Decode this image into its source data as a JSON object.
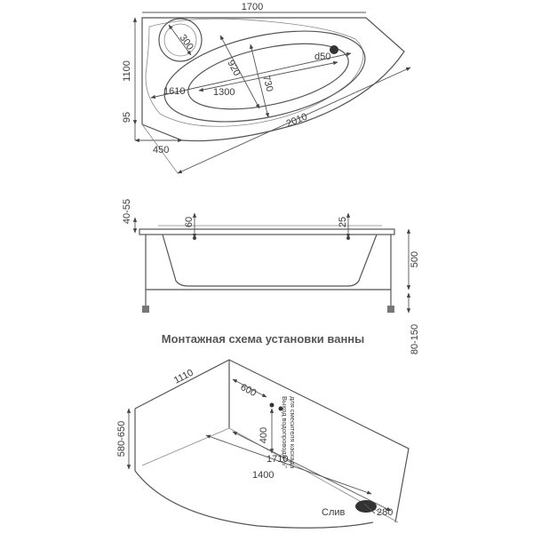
{
  "top_view": {
    "width": "1700",
    "height": "1100",
    "seat": "300",
    "inner_width": "920",
    "drain_dia": "d50",
    "inner_length": "1300",
    "inner_depth": "730",
    "outer_length": "1610",
    "diagonal": "2010",
    "edge": "95",
    "corner": "450"
  },
  "side_view": {
    "rim_height": "40-55",
    "leg_left": "60",
    "leg_right": "25",
    "depth": "500",
    "leg_adjust": "80-150"
  },
  "install": {
    "title": "Монтажная схема установки ванны",
    "wall_left": "1110",
    "pipe_offset": "600",
    "pipe_note_1": "Выход водопровода ½\"",
    "pipe_note_2": "для смесителя каскада",
    "pipe_height": "400",
    "side_length": "1710",
    "front_length": "1400",
    "height": "580-650",
    "drain_label": "Слив",
    "drain_size": "280"
  }
}
